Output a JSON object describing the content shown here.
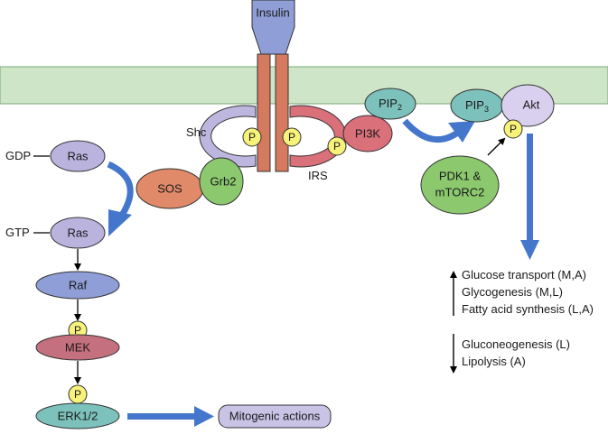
{
  "receptor": {
    "ligand": "Insulin",
    "phospho": "P"
  },
  "adaptors": {
    "shc": "Shc",
    "irs": "IRS",
    "pi3k": "PI3K",
    "grb2": "Grb2",
    "sos": "SOS"
  },
  "lipids": {
    "pip2_base": "PIP",
    "pip2_sub": "2",
    "pip3_base": "PIP",
    "pip3_sub": "3"
  },
  "akt": {
    "label": "Akt",
    "pdk1_line1": "PDK1 &",
    "pdk1_line2": "mTORC2"
  },
  "mapk": {
    "gdp": "GDP",
    "gtp": "GTP",
    "ras_gdp": "Ras",
    "ras_gtp": "Ras",
    "raf": "Raf",
    "mek": "MEK",
    "erk": "ERK1/2",
    "output": "Mitogenic actions"
  },
  "effects": {
    "up": [
      "Glucose transport (M,A)",
      "Glycogenesis (M,L)",
      "Fatty acid synthesis (L,A)"
    ],
    "down": [
      "Gluconeogenesis (L)",
      "Lipolysis (A)"
    ]
  },
  "colors": {
    "membrane": "#cfe5c8",
    "receptor": "#d57a5e",
    "insulin": "#8f9ed6",
    "phospho": "#f7f27a",
    "shc_irs_arc": "#bdb6de",
    "irs_arc": "#d9707a",
    "pi3k": "#d9707a",
    "lipid": "#7cc1bb",
    "akt": "#d8d0ee",
    "pdk1": "#8cc86e",
    "grb2": "#8cc86e",
    "sos": "#e08a69",
    "ras": "#b9b3de",
    "raf": "#8f9ed6",
    "mek": "#c5707e",
    "erk": "#7cc1bb",
    "mito": "#c9c3e6",
    "arrow_blue": "#4477cc"
  }
}
